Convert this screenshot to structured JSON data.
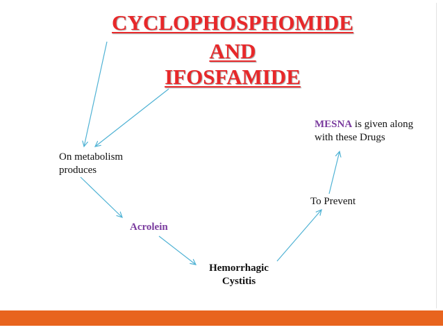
{
  "title": {
    "line1": "CYCLOPHOSPHOMIDE",
    "line2": "AND",
    "line3": "IFOSFAMIDE"
  },
  "nodes": {
    "metabolism_line1": "On metabolism",
    "metabolism_line2": "produces",
    "acrolein": "Acrolein",
    "cystitis_line1": "Hemorrhagic",
    "cystitis_line2": "Cystitis",
    "prevent": "To Prevent",
    "mesna_word": "MESNA",
    "mesna_rest": " is given along",
    "mesna_line2": "with these Drugs"
  },
  "colors": {
    "title": "#e8282a",
    "highlight": "#7a3b9e",
    "arrow": "#4fb2d4",
    "footer": "#e8641e"
  },
  "arrow_icon": "thin-line-arrow"
}
